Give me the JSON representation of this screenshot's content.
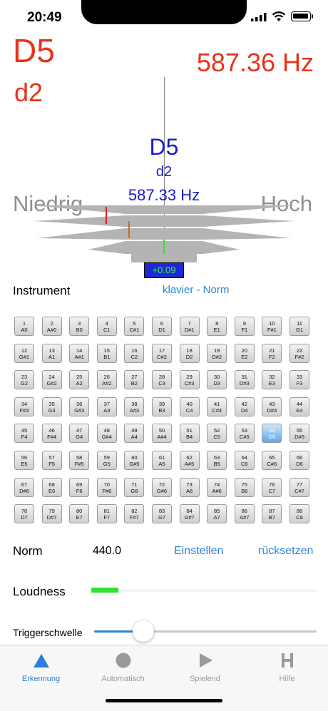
{
  "status": {
    "time": "20:49"
  },
  "detected": {
    "note": "D5",
    "alt_note": "d2",
    "frequency": "587.36 Hz"
  },
  "tuner": {
    "note": "D5",
    "octave": "d2",
    "frequency": "587.33 Hz",
    "low_label": "Niedrig",
    "high_label": "Hoch",
    "cents": "+0.09"
  },
  "instrument": {
    "label": "Instrument",
    "value": "klavier - Norm"
  },
  "keys": [
    [
      "1",
      "A0"
    ],
    [
      "2",
      "A#0"
    ],
    [
      "3",
      "B0"
    ],
    [
      "4",
      "C1"
    ],
    [
      "5",
      "C#1"
    ],
    [
      "6",
      "D1"
    ],
    [
      "7",
      "D#1"
    ],
    [
      "8",
      "E1"
    ],
    [
      "9",
      "F1"
    ],
    [
      "10",
      "F#1"
    ],
    [
      "11",
      "G1"
    ],
    [
      "12",
      "G#1"
    ],
    [
      "13",
      "A1"
    ],
    [
      "14",
      "A#1"
    ],
    [
      "15",
      "B1"
    ],
    [
      "16",
      "C2"
    ],
    [
      "17",
      "C#2"
    ],
    [
      "18",
      "D2"
    ],
    [
      "19",
      "D#2"
    ],
    [
      "20",
      "E2"
    ],
    [
      "21",
      "F2"
    ],
    [
      "22",
      "F#2"
    ],
    [
      "23",
      "G2"
    ],
    [
      "24",
      "G#2"
    ],
    [
      "25",
      "A2"
    ],
    [
      "26",
      "A#2"
    ],
    [
      "27",
      "B2"
    ],
    [
      "28",
      "C3"
    ],
    [
      "29",
      "C#3"
    ],
    [
      "30",
      "D3"
    ],
    [
      "31",
      "D#3"
    ],
    [
      "32",
      "E3"
    ],
    [
      "33",
      "F3"
    ],
    [
      "34",
      "F#3"
    ],
    [
      "35",
      "G3"
    ],
    [
      "36",
      "G#3"
    ],
    [
      "37",
      "A3"
    ],
    [
      "38",
      "A#3"
    ],
    [
      "39",
      "B3"
    ],
    [
      "40",
      "C4"
    ],
    [
      "41",
      "C#4"
    ],
    [
      "42",
      "D4"
    ],
    [
      "43",
      "D#4"
    ],
    [
      "44",
      "E4"
    ],
    [
      "45",
      "F4"
    ],
    [
      "46",
      "F#4"
    ],
    [
      "47",
      "G4"
    ],
    [
      "48",
      "G#4"
    ],
    [
      "49",
      "A4"
    ],
    [
      "50",
      "A#4"
    ],
    [
      "51",
      "B4"
    ],
    [
      "52",
      "C5"
    ],
    [
      "53",
      "C#5"
    ],
    [
      "54",
      "D5"
    ],
    [
      "55",
      "D#5"
    ],
    [
      "56",
      "E5"
    ],
    [
      "57",
      "F5"
    ],
    [
      "58",
      "F#5"
    ],
    [
      "59",
      "G5"
    ],
    [
      "60",
      "G#5"
    ],
    [
      "61",
      "A5"
    ],
    [
      "62",
      "A#5"
    ],
    [
      "63",
      "B5"
    ],
    [
      "64",
      "C6"
    ],
    [
      "65",
      "C#6"
    ],
    [
      "66",
      "D6"
    ],
    [
      "67",
      "D#6"
    ],
    [
      "68",
      "E6"
    ],
    [
      "69",
      "F6"
    ],
    [
      "70",
      "F#6"
    ],
    [
      "71",
      "G6"
    ],
    [
      "72",
      "G#6"
    ],
    [
      "73",
      "A6"
    ],
    [
      "74",
      "A#6"
    ],
    [
      "75",
      "B6"
    ],
    [
      "76",
      "C7"
    ],
    [
      "77",
      "C#7"
    ],
    [
      "78",
      "D7"
    ],
    [
      "79",
      "D#7"
    ],
    [
      "80",
      "E7"
    ],
    [
      "81",
      "F7"
    ],
    [
      "82",
      "F#7"
    ],
    [
      "83",
      "G7"
    ],
    [
      "84",
      "G#7"
    ],
    [
      "85",
      "A7"
    ],
    [
      "86",
      "A#7"
    ],
    [
      "87",
      "B7"
    ],
    [
      "88",
      "C8"
    ]
  ],
  "selected_key": "54",
  "norm": {
    "label": "Norm",
    "value": "440.0",
    "set_label": "Einstellen",
    "reset_label": "rücksetzen"
  },
  "loudness": {
    "label": "Loudness",
    "level": 0.12
  },
  "trigger": {
    "label": "Triggerschwelle",
    "level": 0.22
  },
  "tabs": [
    {
      "label": "Erkennung",
      "icon": "triangle-icon",
      "active": true
    },
    {
      "label": "Automatisch",
      "icon": "circle-icon",
      "active": false
    },
    {
      "label": "Spielend",
      "icon": "play-icon",
      "active": false
    },
    {
      "label": "Hilfe",
      "icon": "h-icon",
      "active": false
    }
  ],
  "colors": {
    "accent": "#2a86d6",
    "note": "#e8331b",
    "tuner_text": "#1a1ad0",
    "loudness": "#2ee32e"
  }
}
